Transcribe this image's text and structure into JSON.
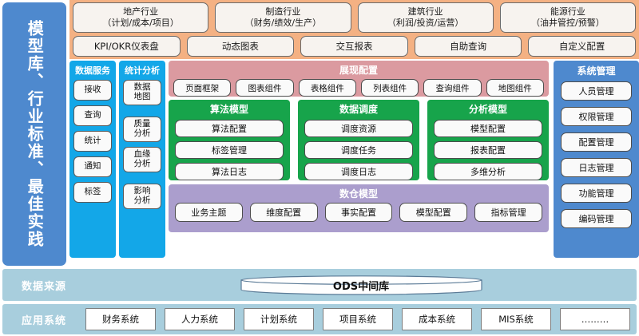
{
  "left_banner": {
    "text": "模型库、行业标准、最佳实践"
  },
  "header": {
    "industries": [
      {
        "name": "地产行业",
        "scope": "（计划/成本/项目）"
      },
      {
        "name": "制造行业",
        "scope": "（财务/绩效/生产）"
      },
      {
        "name": "建筑行业",
        "scope": "（利润/投资/运营）"
      },
      {
        "name": "能源行业",
        "scope": "（油井管控/预警）"
      }
    ],
    "capabilities": [
      "KPI/OKR仪表盘",
      "动态图表",
      "交互报表",
      "自助查询",
      "自定义配置"
    ]
  },
  "data_service": {
    "title": "数据服务",
    "items": [
      "接收",
      "查询",
      "统计",
      "通知",
      "标签"
    ]
  },
  "statistics_analysis": {
    "title": "统计分析",
    "items": [
      "数据\n地图",
      "质量\n分析",
      "血缘\n分析",
      "影响\n分析"
    ]
  },
  "presentation_config": {
    "title": "展现配置",
    "items": [
      "页面框架",
      "图表组件",
      "表格组件",
      "列表组件",
      "查询组件",
      "地图组件"
    ]
  },
  "algorithm_model": {
    "title": "算法模型",
    "items": [
      "算法配置",
      "标签管理",
      "算法日志"
    ]
  },
  "data_scheduling": {
    "title": "数据调度",
    "items": [
      "调度资源",
      "调度任务",
      "调度日志"
    ]
  },
  "analysis_model": {
    "title": "分析模型",
    "items": [
      "模型配置",
      "报表配置",
      "多维分析"
    ]
  },
  "warehouse_model": {
    "title": "数仓模型",
    "items": [
      "业务主题",
      "维度配置",
      "事实配置",
      "模型配置",
      "指标管理"
    ]
  },
  "system_management": {
    "title": "系统管理",
    "items": [
      "人员管理",
      "权限管理",
      "配置管理",
      "日志管理",
      "功能管理",
      "编码管理"
    ]
  },
  "data_source": {
    "label": "数据来源",
    "ods_name": "ODS中间库"
  },
  "application_systems": {
    "label": "应用系统",
    "items": [
      "财务系统",
      "人力系统",
      "计划系统",
      "项目系统",
      "成本系统",
      "MIS系统",
      "………"
    ]
  },
  "colors": {
    "banner_blue": "#4E89CE",
    "header_orange": "#F4B183",
    "service_blue": "#13A7E8",
    "presentation_pink": "#DB9AA0",
    "model_green": "#17A44B",
    "warehouse_purple": "#AB9ECD",
    "strip_teal": "#A8CEDD"
  }
}
